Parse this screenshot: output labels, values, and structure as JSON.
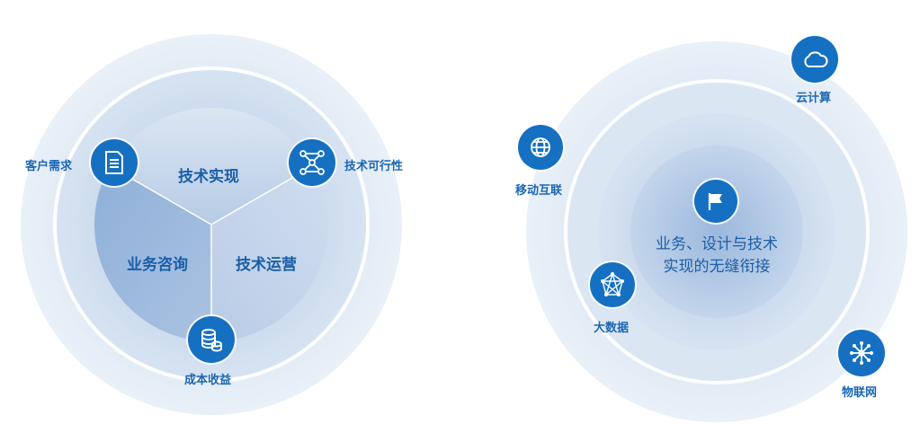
{
  "left_diagram": {
    "segments": {
      "top": "技术实现",
      "left": "业务咨询",
      "right": "技术运营"
    },
    "badges": {
      "customer_needs": "客户需求",
      "tech_feasibility": "技术可行性",
      "cost_benefit": "成本收益"
    }
  },
  "right_diagram": {
    "center_line1": "业务、设计与技术",
    "center_line2": "实现的无缝衔接",
    "badges": {
      "cloud": "云计算",
      "mobile": "移动互联",
      "bigdata": "大数据",
      "iot": "物联网"
    }
  },
  "colors": {
    "badge": "#1670c2",
    "label": "#1a66b3"
  }
}
